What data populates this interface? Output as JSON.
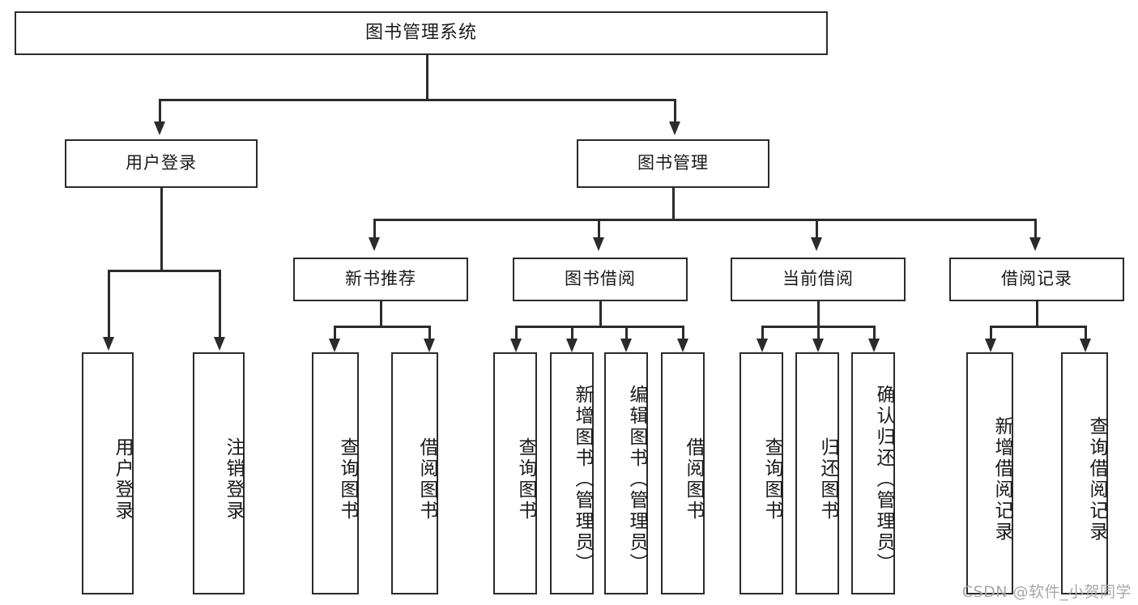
{
  "diagram": {
    "type": "tree-hierarchy",
    "title": "图书管理系统",
    "watermark": "CSDN @软件_小贺同学",
    "colors": {
      "stroke": "#2b2b2b",
      "fill": "#ffffff",
      "background": "#ffffff",
      "watermark": "#a8a8a8"
    },
    "root": {
      "label": "图书管理系统"
    },
    "level1": [
      {
        "id": "user-login",
        "label": "用户登录"
      },
      {
        "id": "book-manage",
        "label": "图书管理"
      }
    ],
    "level2": [
      {
        "id": "new-book-rec",
        "label": "新书推荐",
        "parent": "book-manage"
      },
      {
        "id": "book-borrow",
        "label": "图书借阅",
        "parent": "book-manage"
      },
      {
        "id": "current-borrow",
        "label": "当前借阅",
        "parent": "book-manage"
      },
      {
        "id": "borrow-record",
        "label": "借阅记录",
        "parent": "book-manage"
      }
    ],
    "leaves": [
      {
        "id": "leaf-user-login",
        "label": "用户登录",
        "parent": "user-login"
      },
      {
        "id": "leaf-logout",
        "label": "注销登录",
        "parent": "user-login"
      },
      {
        "id": "leaf-query-book-1",
        "label": "查询图书",
        "parent": "new-book-rec"
      },
      {
        "id": "leaf-borrow-book-1",
        "label": "借阅图书",
        "parent": "new-book-rec"
      },
      {
        "id": "leaf-query-book-2",
        "label": "查询图书",
        "parent": "book-borrow"
      },
      {
        "id": "leaf-add-book",
        "label": "新增图书（管理员）",
        "parent": "book-borrow"
      },
      {
        "id": "leaf-edit-book",
        "label": "编辑图书（管理员）",
        "parent": "book-borrow"
      },
      {
        "id": "leaf-borrow-book-2",
        "label": "借阅图书",
        "parent": "book-borrow"
      },
      {
        "id": "leaf-query-book-3",
        "label": "查询图书",
        "parent": "current-borrow"
      },
      {
        "id": "leaf-return-book",
        "label": "归还图书",
        "parent": "current-borrow"
      },
      {
        "id": "leaf-confirm-return",
        "label": "确认归还（管理员）",
        "parent": "current-borrow"
      },
      {
        "id": "leaf-add-record",
        "label": "新增借阅记录",
        "parent": "borrow-record"
      },
      {
        "id": "leaf-query-record",
        "label": "查询借阅记录",
        "parent": "borrow-record"
      }
    ]
  }
}
